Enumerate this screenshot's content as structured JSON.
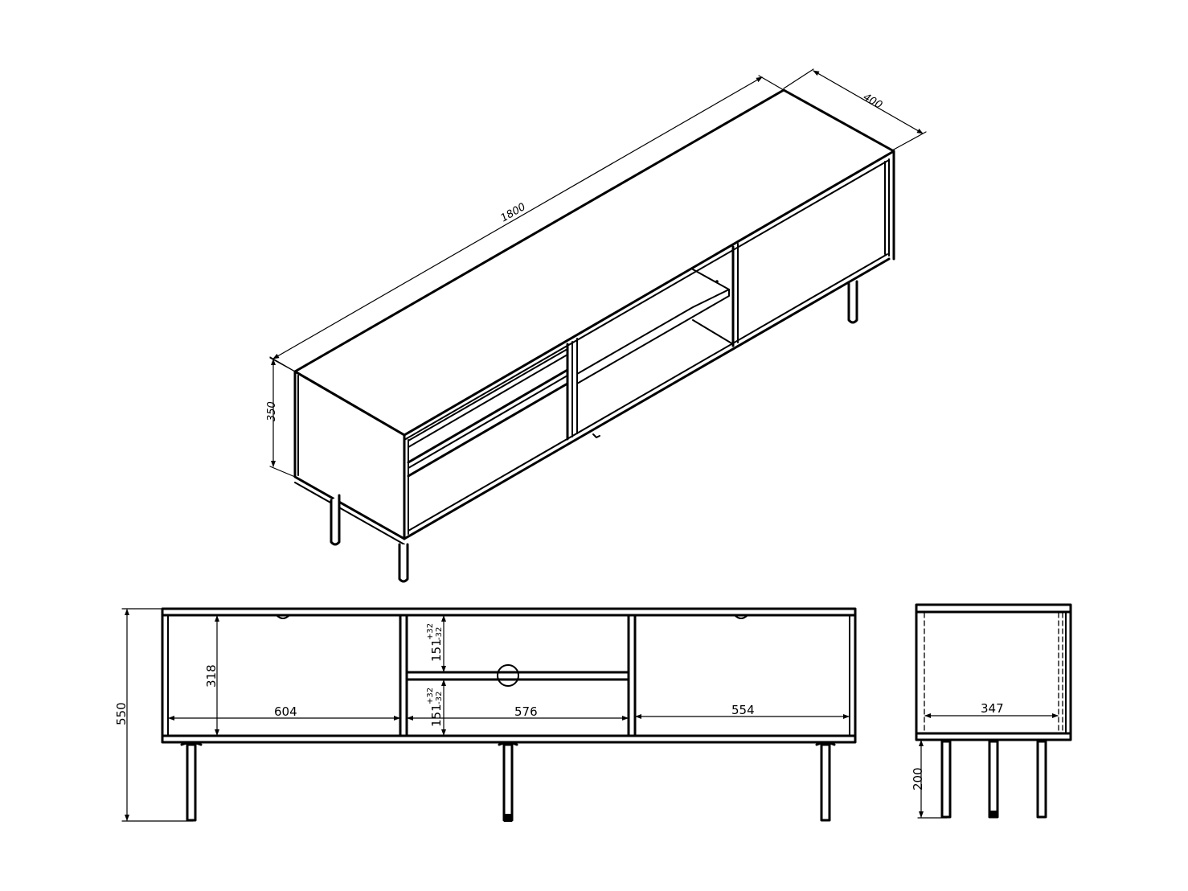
{
  "diagram": {
    "type": "technical-furniture-drawing",
    "subject": "TV stand / media console",
    "units": "mm",
    "line_color": "#000000",
    "background": "#ffffff"
  },
  "isometric_view": {
    "dimensions": {
      "length": "1800",
      "depth": "400",
      "body_height": "350"
    }
  },
  "front_view": {
    "overall_height": "550",
    "left_compartment": {
      "width": "604",
      "height": "318"
    },
    "middle_compartment": {
      "width": "576",
      "upper_height": "151",
      "lower_height": "151",
      "tolerance_plus": "+32",
      "tolerance_minus": "-32"
    },
    "right_compartment": {
      "width": "554"
    }
  },
  "side_view": {
    "inner_depth": "347",
    "leg_height": "200"
  }
}
